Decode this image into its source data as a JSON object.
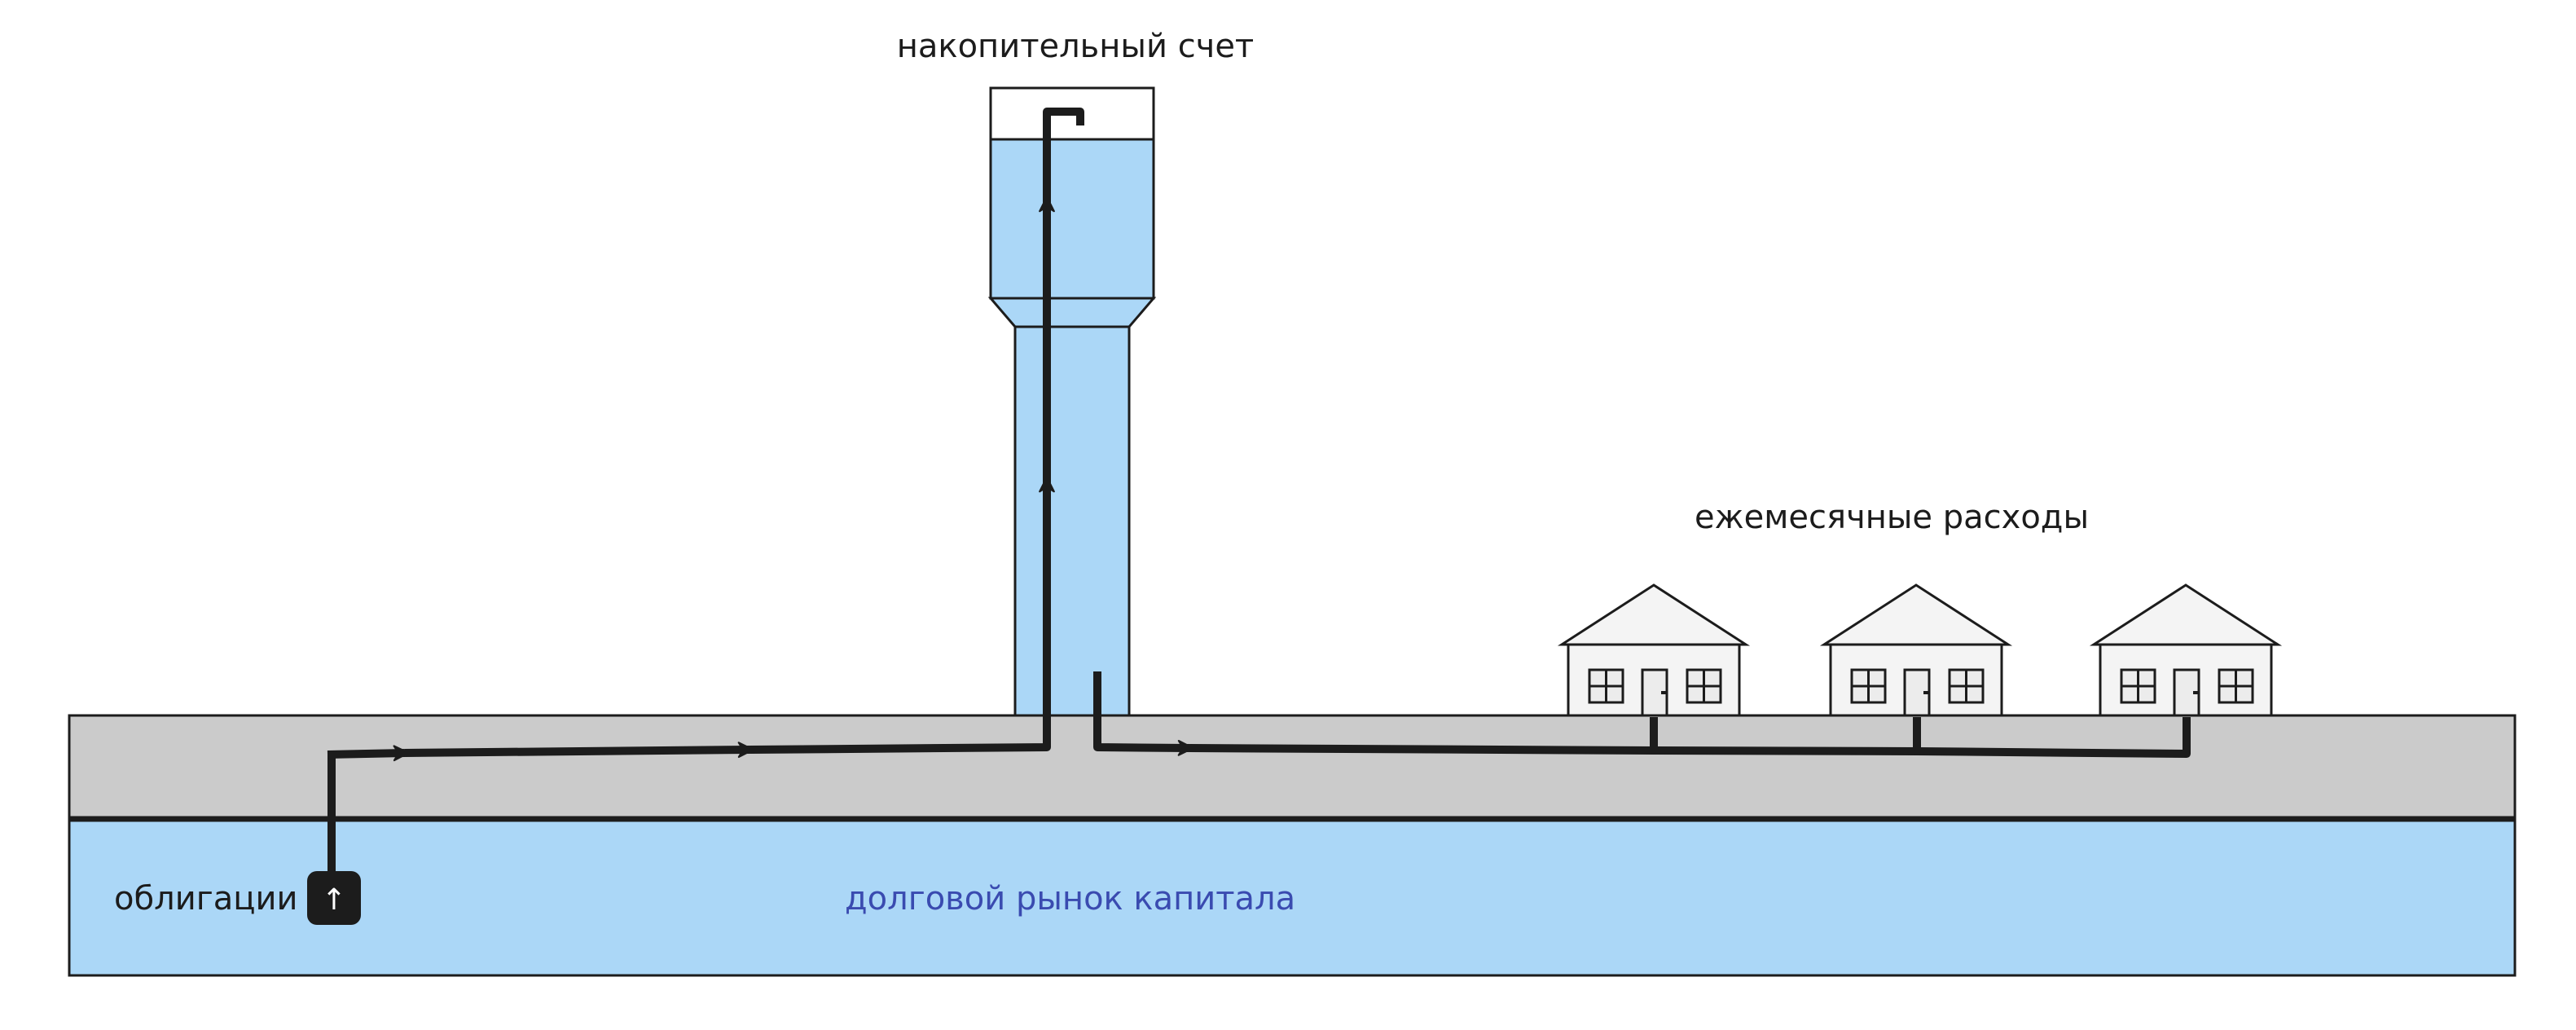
{
  "diagram": {
    "title": "Debt capital flow metaphor: water tower and pipes",
    "labels": {
      "savings_account": "накопительный счет",
      "monthly_expenses": "ежемесячные расходы",
      "bonds": "облигации",
      "debt_capital_market": "долговой рынок капитала"
    },
    "icons": {
      "bonds_badge": {
        "name": "arrow-up-icon",
        "glyph": "↑"
      }
    },
    "houses": [
      {
        "id": "house-1"
      },
      {
        "id": "house-2"
      },
      {
        "id": "house-3"
      }
    ],
    "water_tower": {
      "fill_level": 0.84
    },
    "colors": {
      "water": "#abd7f7",
      "ground": "#cbcbcb",
      "house": "#f4f4f4",
      "window": "#ececec",
      "outline": "#1c1c1c",
      "text": "#1c1c1c",
      "market_text": "#3a4bb0",
      "badge": "#1c1c1c",
      "badge_glyph": "#ffffff"
    }
  }
}
